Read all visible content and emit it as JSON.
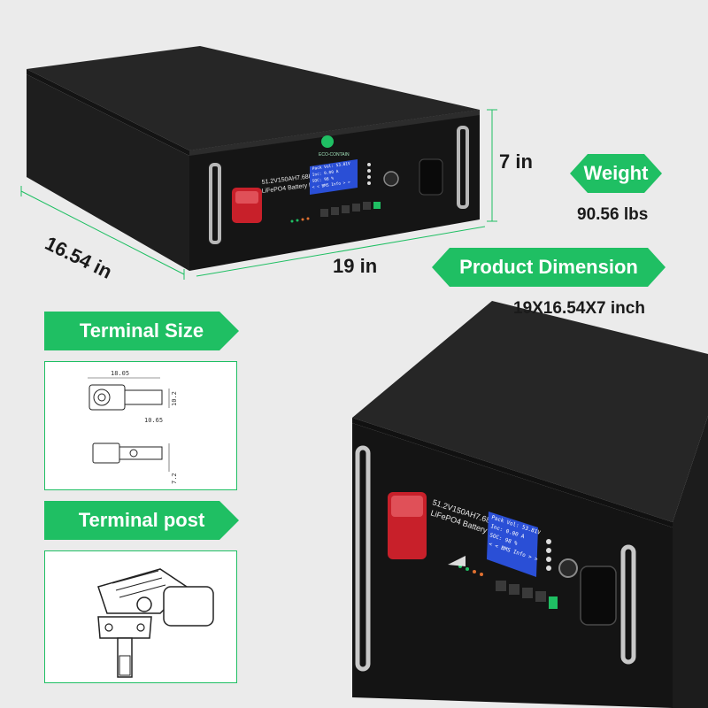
{
  "colors": {
    "accent": "#1fbf63",
    "terminal_red": "#c8202a",
    "screen_blue": "#2a4fd6",
    "chassis": "#1b1b1b",
    "background": "#ebebeb"
  },
  "dimensions": {
    "height_label": "7 in",
    "depth_label": "16.54 in",
    "width_label": "19 in"
  },
  "weight": {
    "badge": "Weight",
    "value": "90.56 lbs"
  },
  "product_dimension": {
    "badge": "Product Dimension",
    "value": "19X16.54X7 inch"
  },
  "terminal_size": {
    "badge": "Terminal Size",
    "dim_length": "18.05",
    "dim_height": "10.2",
    "dim_short": "10.65",
    "dim_hole": "7.2"
  },
  "terminal_post": {
    "badge": "Terminal post"
  },
  "battery_top": {
    "brand": "ECO-CONTAIN",
    "model_line1": "51.2V150AH7.68KWH",
    "model_line2": "LiFePO4 Battery Module",
    "screen_line1": "Pack Vol: 53.81V",
    "screen_line2": "Inc:  0.00 A",
    "screen_line3": "SOC:  98 %",
    "screen_line4": "< < BMS Info > >"
  },
  "battery_bottom": {
    "model_line1": "51.2V150AH7.68KWH",
    "model_line2": "LiFePO4 Battery Module",
    "screen_line1": "Pack Vol: 53.81V",
    "screen_line2": "Inc:  0.00 A",
    "screen_line3": "SOC:  98 %",
    "screen_line4": "< < BMS Info > >"
  }
}
